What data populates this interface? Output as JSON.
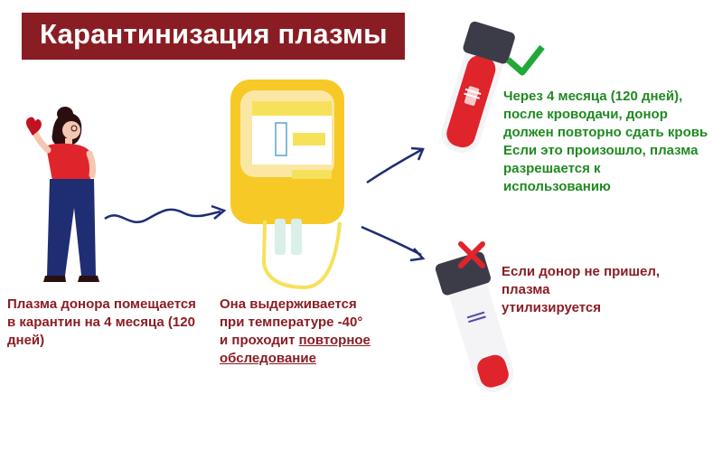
{
  "title": "Карантинизация плазмы",
  "steps": {
    "donor": {
      "lines": [
        "Плазма донора помещается",
        "в карантин на 4 месяца (120",
        "дней)"
      ],
      "icon": "woman-donor-icon"
    },
    "storage": {
      "line1": "Она выдерживается",
      "line2": "при температуре -40°",
      "line3_prefix": "и проходит ",
      "line3_link": "повторное",
      "line4_link": "обследование",
      "icon": "plasma-bag-icon"
    },
    "success": {
      "lines": [
        "Через 4 месяца (120 дней),",
        "после кроводачи, донор",
        "должен повторно сдать кровь",
        "Если это произошло, плазма",
        "разрешается к использованию"
      ],
      "icon": "check-icon"
    },
    "failure": {
      "lines": [
        "Если донор не пришел, плазма",
        "утилизируется"
      ],
      "icon": "cross-icon"
    }
  },
  "colors": {
    "banner": "#8a1d24",
    "text_dark_red": "#8a1d24",
    "text_green": "#1f8a21",
    "blood": "#e0242c",
    "bag_yellow": "#f6c927",
    "navy": "#1f2d73"
  }
}
